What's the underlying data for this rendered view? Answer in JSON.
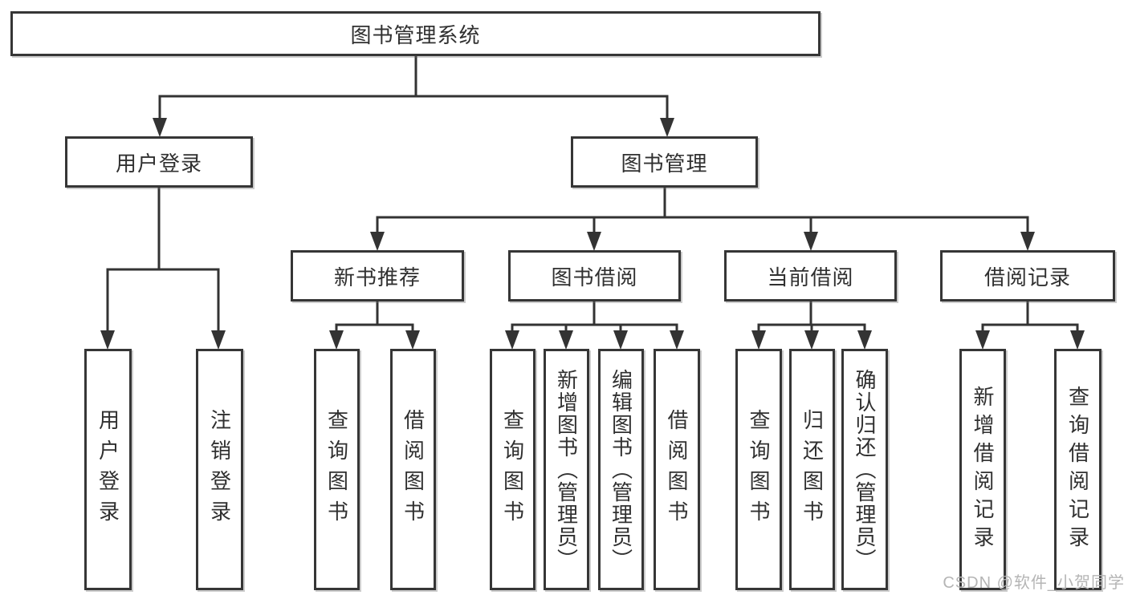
{
  "watermark": "CSDN @软件_小贺同学",
  "colors": {
    "line": "#333333",
    "box_border": "#363636",
    "text": "#303030",
    "watermark": "#b5b5b5",
    "background": "#ffffff"
  },
  "tree": {
    "label": "图书管理系统",
    "children": [
      {
        "label": "用户登录",
        "children": [
          {
            "label": "用户登录"
          },
          {
            "label": "注销登录"
          }
        ]
      },
      {
        "label": "图书管理",
        "children": [
          {
            "label": "新书推荐",
            "children": [
              {
                "label": "查询图书"
              },
              {
                "label": "借阅图书"
              }
            ]
          },
          {
            "label": "图书借阅",
            "children": [
              {
                "label": "查询图书"
              },
              {
                "label": "新增图书（管理员）"
              },
              {
                "label": "编辑图书（管理员）"
              },
              {
                "label": "借阅图书"
              }
            ]
          },
          {
            "label": "当前借阅",
            "children": [
              {
                "label": "查询图书"
              },
              {
                "label": "归还图书"
              },
              {
                "label": "确认归还（管理员）"
              }
            ]
          },
          {
            "label": "借阅记录",
            "children": [
              {
                "label": "新增借阅记录"
              },
              {
                "label": "查询借阅记录"
              }
            ]
          }
        ]
      }
    ]
  }
}
